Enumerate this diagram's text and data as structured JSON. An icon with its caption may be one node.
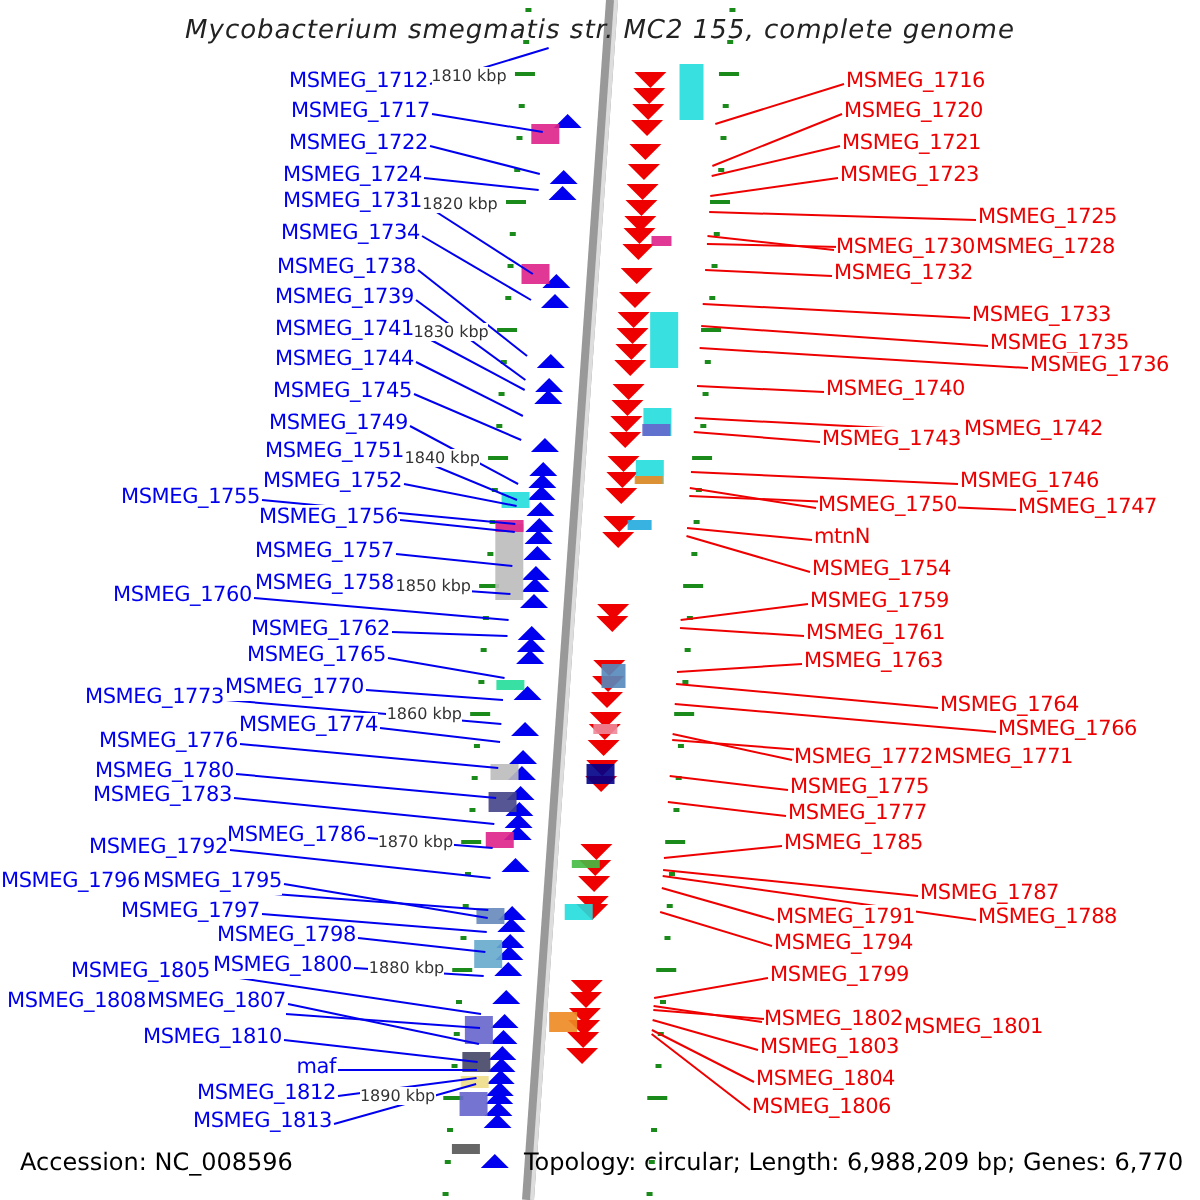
{
  "diagram": {
    "title": "Mycobacterium smegmatis str. MC2 155, complete genome",
    "nodes": [
      {
        "text": [
          "MSMEG_1712"
        ]
      },
      {
        "text": [
          "MSMEG_1717"
        ]
      },
      {
        "text": [
          "MSMEG_1722"
        ]
      },
      {
        "text": [
          "MSMEG_1724"
        ]
      },
      {
        "text": [
          "MSMEG_1731"
        ]
      },
      {
        "text": [
          "MSMEG_1734"
        ]
      },
      {
        "text": [
          "MSMEG_1738"
        ]
      },
      {
        "text": [
          "MSMEG_1739"
        ]
      },
      {
        "text": [
          "MSMEG_1741"
        ]
      },
      {
        "text": [
          "MSMEG_1744"
        ]
      },
      {
        "text": [
          "MSMEG_1745"
        ]
      },
      {
        "text": [
          "MSMEG_1749"
        ]
      },
      {
        "text": [
          "MSMEG_1751"
        ]
      },
      {
        "text": [
          "MSMEG_1752"
        ]
      },
      {
        "text": [
          "MSMEG_1755"
        ]
      },
      {
        "text": [
          "MSMEG_1756"
        ]
      },
      {
        "text": [
          "MSMEG_1757"
        ]
      },
      {
        "text": [
          "MSMEG_1758"
        ]
      },
      {
        "text": [
          "MSMEG_1760"
        ]
      },
      {
        "text": [
          "MSMEG_1762"
        ]
      },
      {
        "text": [
          "MSMEG_1765"
        ]
      },
      {
        "text": [
          "MSMEG_1770"
        ]
      },
      {
        "text": [
          "MSMEG_1773"
        ]
      },
      {
        "text": [
          "MSMEG_1774"
        ]
      },
      {
        "text": [
          "MSMEG_1776"
        ]
      },
      {
        "text": [
          "MSMEG_1780"
        ]
      },
      {
        "text": [
          "MSMEG_1783"
        ]
      },
      {
        "text": [
          "MSMEG_1786"
        ]
      },
      {
        "text": [
          "MSMEG_1792"
        ]
      },
      {
        "text": [
          "MSMEG_1796"
        ]
      },
      {
        "text": [
          "MSMEG_1795"
        ]
      },
      {
        "text": [
          "MSMEG_1797"
        ]
      },
      {
        "text": [
          "MSMEG_1798"
        ]
      },
      {
        "text": [
          "MSMEG_1800"
        ]
      },
      {
        "text": [
          "MSMEG_1805"
        ]
      },
      {
        "text": [
          "MSMEG_1808"
        ]
      },
      {
        "text": [
          "MSMEG_1807"
        ]
      },
      {
        "text": [
          "MSMEG_1810"
        ]
      },
      {
        "text": [
          "maf"
        ]
      },
      {
        "text": [
          "MSMEG_1812"
        ]
      },
      {
        "text": [
          "MSMEG_1813"
        ]
      },
      {
        "text": [
          "MSMEG_1716"
        ]
      },
      {
        "text": [
          "MSMEG_1720"
        ]
      },
      {
        "text": [
          "MSMEG_1721"
        ]
      },
      {
        "text": [
          "MSMEG_1723"
        ]
      },
      {
        "text": [
          "MSMEG_1725"
        ]
      },
      {
        "text": [
          "MSMEG_1730"
        ]
      },
      {
        "text": [
          "MSMEG_1728"
        ]
      },
      {
        "text": [
          "MSMEG_1732"
        ]
      },
      {
        "text": [
          "MSMEG_1733"
        ]
      },
      {
        "text": [
          "MSMEG_1735"
        ]
      },
      {
        "text": [
          "MSMEG_1736"
        ]
      },
      {
        "text": [
          "MSMEG_1740"
        ]
      },
      {
        "text": [
          "MSMEG_1742"
        ]
      },
      {
        "text": [
          "MSMEG_1743"
        ]
      },
      {
        "text": [
          "MSMEG_1746"
        ]
      },
      {
        "text": [
          "MSMEG_1750"
        ]
      },
      {
        "text": [
          "MSMEG_1747"
        ]
      },
      {
        "text": [
          "mtnN"
        ]
      },
      {
        "text": [
          "MSMEG_1754"
        ]
      },
      {
        "text": [
          "MSMEG_1759"
        ]
      },
      {
        "text": [
          "MSMEG_1761"
        ]
      },
      {
        "text": [
          "MSMEG_1763"
        ]
      },
      {
        "text": [
          "MSMEG_1764"
        ]
      },
      {
        "text": [
          "MSMEG_1766"
        ]
      },
      {
        "text": [
          "MSMEG_1772"
        ]
      },
      {
        "text": [
          "MSMEG_1771"
        ]
      },
      {
        "text": [
          "MSMEG_1775"
        ]
      },
      {
        "text": [
          "MSMEG_1777"
        ]
      },
      {
        "text": [
          "MSMEG_1785"
        ]
      },
      {
        "text": [
          "MSMEG_1787"
        ]
      },
      {
        "text": [
          "MSMEG_1791"
        ]
      },
      {
        "text": [
          "MSMEG_1788"
        ]
      },
      {
        "text": [
          "MSMEG_1794"
        ]
      },
      {
        "text": [
          "MSMEG_1799"
        ]
      },
      {
        "text": [
          "MSMEG_1802"
        ]
      },
      {
        "text": [
          "MSMEG_1801"
        ]
      },
      {
        "text": [
          "MSMEG_1803"
        ]
      },
      {
        "text": [
          "MSMEG_1804"
        ]
      },
      {
        "text": [
          "MSMEG_1806"
        ]
      }
    ],
    "edges": [
      {
        "from": 0,
        "to": null,
        "arrow": "none"
      },
      {
        "from": 1,
        "to": null,
        "arrow": "none"
      },
      {
        "from": 2,
        "to": null,
        "arrow": "none"
      },
      {
        "from": 3,
        "to": null,
        "arrow": "none"
      },
      {
        "from": 4,
        "to": null,
        "arrow": "none"
      },
      {
        "from": 5,
        "to": null,
        "arrow": "none"
      },
      {
        "from": 6,
        "to": null,
        "arrow": "none"
      },
      {
        "from": 7,
        "to": null,
        "arrow": "none"
      },
      {
        "from": 8,
        "to": null,
        "arrow": "none"
      },
      {
        "from": 9,
        "to": null,
        "arrow": "none"
      },
      {
        "from": 10,
        "to": null,
        "arrow": "none"
      },
      {
        "from": 11,
        "to": null,
        "arrow": "none"
      },
      {
        "from": 12,
        "to": null,
        "arrow": "none"
      },
      {
        "from": 13,
        "to": null,
        "arrow": "none"
      },
      {
        "from": 14,
        "to": null,
        "arrow": "none"
      },
      {
        "from": 15,
        "to": null,
        "arrow": "none"
      },
      {
        "from": 16,
        "to": null,
        "arrow": "none"
      },
      {
        "from": 17,
        "to": null,
        "arrow": "none"
      },
      {
        "from": 18,
        "to": null,
        "arrow": "none"
      },
      {
        "from": 19,
        "to": null,
        "arrow": "none"
      },
      {
        "from": 20,
        "to": null,
        "arrow": "none"
      },
      {
        "from": 21,
        "to": null,
        "arrow": "none"
      },
      {
        "from": 22,
        "to": null,
        "arrow": "none"
      },
      {
        "from": 23,
        "to": null,
        "arrow": "none"
      },
      {
        "from": 24,
        "to": null,
        "arrow": "none"
      },
      {
        "from": 25,
        "to": null,
        "arrow": "none"
      },
      {
        "from": 26,
        "to": null,
        "arrow": "none"
      },
      {
        "from": 27,
        "to": null,
        "arrow": "none"
      },
      {
        "from": 28,
        "to": null,
        "arrow": "none"
      },
      {
        "from": 29,
        "to": null,
        "arrow": "none"
      },
      {
        "from": 30,
        "to": null,
        "arrow": "none"
      },
      {
        "from": 31,
        "to": null,
        "arrow": "none"
      },
      {
        "from": 32,
        "to": null,
        "arrow": "none"
      },
      {
        "from": 33,
        "to": null,
        "arrow": "none"
      },
      {
        "from": 34,
        "to": null,
        "arrow": "none"
      },
      {
        "from": 35,
        "to": null,
        "arrow": "none"
      },
      {
        "from": 36,
        "to": null,
        "arrow": "none"
      },
      {
        "from": 37,
        "to": null,
        "arrow": "none"
      },
      {
        "from": 38,
        "to": null,
        "arrow": "none"
      },
      {
        "from": 39,
        "to": null,
        "arrow": "none"
      },
      {
        "from": 40,
        "to": null,
        "arrow": "none"
      },
      {
        "from": 41,
        "to": null,
        "arrow": "none",
        "color": "#ee0000"
      },
      {
        "from": 42,
        "to": null,
        "arrow": "none",
        "color": "#ee0000"
      },
      {
        "from": 43,
        "to": null,
        "arrow": "none",
        "color": "#ee0000"
      },
      {
        "from": 44,
        "to": null,
        "arrow": "none",
        "color": "#ee0000"
      },
      {
        "from": 45,
        "to": null,
        "arrow": "none",
        "color": "#ee0000"
      },
      {
        "from": 46,
        "to": null,
        "arrow": "none",
        "color": "#ee0000"
      },
      {
        "from": 47,
        "to": null,
        "arrow": "none",
        "color": "#ee0000"
      },
      {
        "from": 48,
        "to": null,
        "arrow": "none",
        "color": "#ee0000"
      },
      {
        "from": 49,
        "to": null,
        "arrow": "none",
        "color": "#ee0000"
      },
      {
        "from": 50,
        "to": null,
        "arrow": "none",
        "color": "#ee0000"
      },
      {
        "from": 51,
        "to": null,
        "arrow": "none",
        "color": "#ee0000"
      },
      {
        "from": 52,
        "to": null,
        "arrow": "none",
        "color": "#ee0000"
      },
      {
        "from": 53,
        "to": null,
        "arrow": "none",
        "color": "#ee0000"
      },
      {
        "from": 54,
        "to": null,
        "arrow": "none",
        "color": "#ee0000"
      },
      {
        "from": 55,
        "to": null,
        "arrow": "none",
        "color": "#ee0000"
      },
      {
        "from": 56,
        "to": null,
        "arrow": "none",
        "color": "#ee0000"
      },
      {
        "from": 57,
        "to": null,
        "arrow": "none",
        "color": "#ee0000"
      },
      {
        "from": 58,
        "to": null,
        "arrow": "none",
        "color": "#ee0000"
      },
      {
        "from": 59,
        "to": null,
        "arrow": "none",
        "color": "#ee0000"
      },
      {
        "from": 60,
        "to": null,
        "arrow": "none",
        "color": "#ee0000"
      },
      {
        "from": 61,
        "to": null,
        "arrow": "none",
        "color": "#ee0000"
      },
      {
        "from": 62,
        "to": null,
        "arrow": "none",
        "color": "#ee0000"
      },
      {
        "from": 63,
        "to": null,
        "arrow": "none",
        "color": "#ee0000"
      },
      {
        "from": 64,
        "to": null,
        "arrow": "none",
        "color": "#ee0000"
      },
      {
        "from": 65,
        "to": null,
        "arrow": "none",
        "color": "#ee0000"
      },
      {
        "from": 66,
        "to": null,
        "arrow": "none",
        "color": "#ee0000"
      },
      {
        "from": 67,
        "to": null,
        "arrow": "none",
        "color": "#ee0000"
      },
      {
        "from": 68,
        "to": null,
        "arrow": "none",
        "color": "#ee0000"
      },
      {
        "from": 69,
        "to": null,
        "arrow": "none",
        "color": "#ee0000"
      },
      {
        "from": 70,
        "to": null,
        "arrow": "none",
        "color": "#ee0000"
      },
      {
        "from": 71,
        "to": null,
        "arrow": "none",
        "color": "#ee0000"
      },
      {
        "from": 72,
        "to": null,
        "arrow": "none",
        "color": "#ee0000"
      },
      {
        "from": 73,
        "to": null,
        "arrow": "none",
        "color": "#ee0000"
      },
      {
        "from": 74,
        "to": null,
        "arrow": "none",
        "color": "#ee0000"
      },
      {
        "from": 75,
        "to": null,
        "arrow": "none",
        "color": "#ee0000"
      },
      {
        "from": 76,
        "to": null,
        "arrow": "none",
        "color": "#ee0000"
      },
      {
        "from": 77,
        "to": null,
        "arrow": "none",
        "color": "#ee0000"
      },
      {
        "from": 78,
        "to": null,
        "arrow": "none",
        "color": "#ee0000"
      },
      {
        "from": 79,
        "to": null,
        "arrow": "none",
        "color": "#ee0000"
      }
    ],
    "labels": [
      "1810 kbp",
      "1820 kbp",
      "1830 kbp",
      "1840 kbp",
      "1850 kbp",
      "1860 kbp",
      "1870 kbp",
      "1880 kbp",
      "1890 kbp",
      "Accession: NC_008596",
      "Topology: circular; Length: 6,988,209 bp; Genes: 6,770"
    ]
  }
}
